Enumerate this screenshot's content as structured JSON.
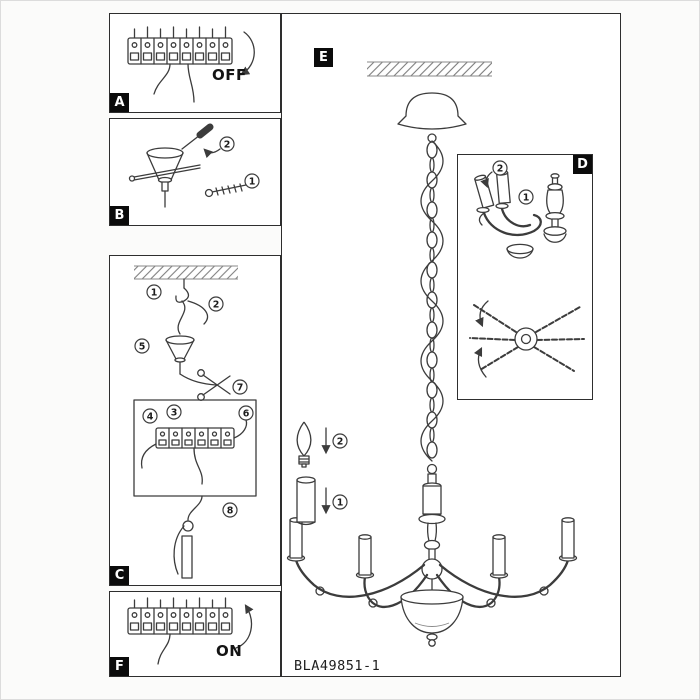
{
  "panels": {
    "a": {
      "letter": "A",
      "action": "OFF"
    },
    "b": {
      "letter": "B"
    },
    "c": {
      "letter": "C"
    },
    "d": {
      "letter": "D"
    },
    "e": {
      "letter": "E"
    },
    "f": {
      "letter": "F",
      "action": "ON"
    }
  },
  "steps": {
    "s1": "1",
    "s2": "2",
    "s3": "3",
    "s4": "4",
    "s5": "5",
    "s6": "6",
    "s7": "7",
    "s8": "8"
  },
  "footer": {
    "model": "BLA49851-1"
  },
  "colors": {
    "ink": "#3c3c3c",
    "label_bg": "#0b0b0b",
    "label_text": "#ffffff",
    "page_bg": "#fbfbfa"
  }
}
